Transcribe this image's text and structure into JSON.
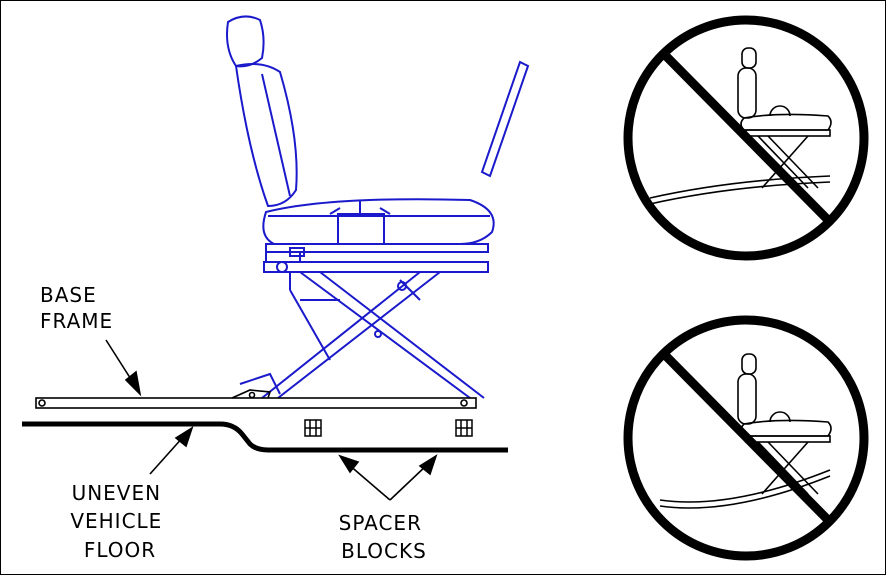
{
  "labels": {
    "base_frame": [
      "BASE",
      "FRAME"
    ],
    "uneven_floor": [
      "UNEVEN",
      "VEHICLE",
      "FLOOR"
    ],
    "spacer_blocks": [
      "SPACER",
      "BLOCKS"
    ]
  },
  "colors": {
    "seat": "#1a1acc",
    "ink": "#000000",
    "background": "#ffffff"
  },
  "icons": {
    "prohibited_top": "prohibition-sign-icon",
    "prohibited_bottom": "prohibition-sign-icon"
  }
}
